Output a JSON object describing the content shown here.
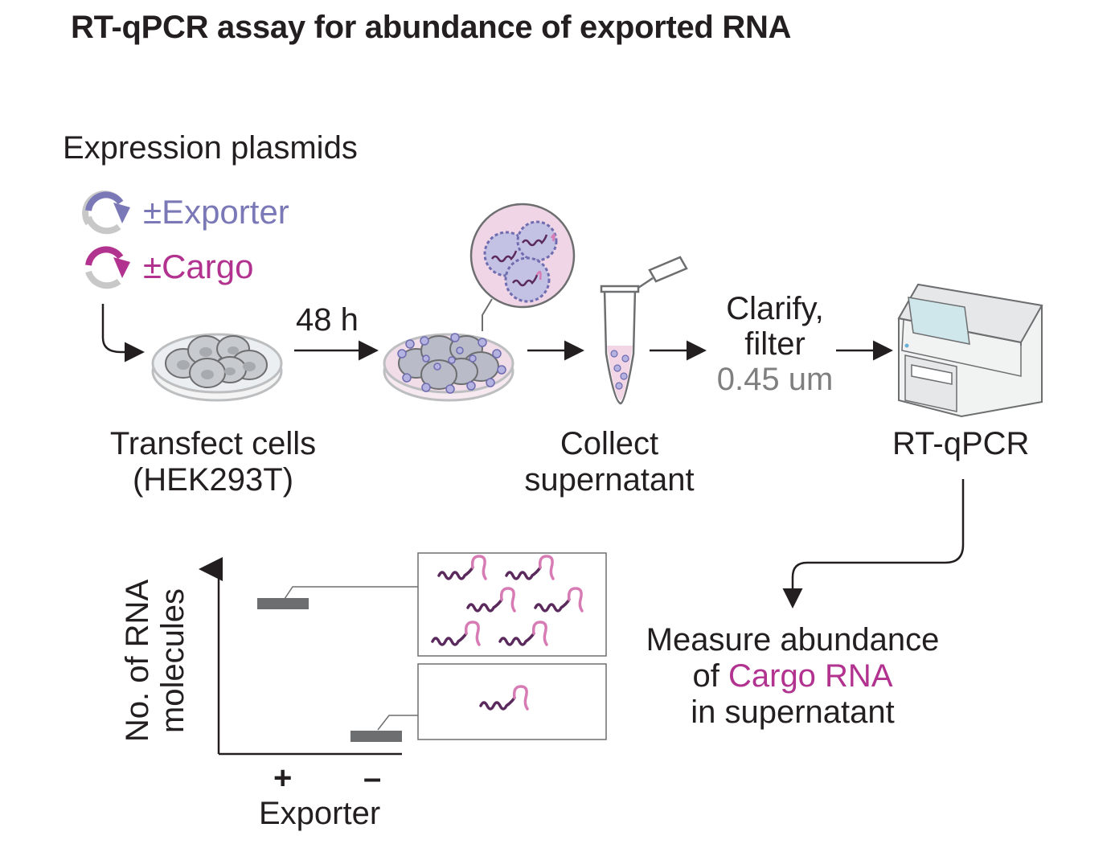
{
  "title": "RT-qPCR assay for abundance of exported RNA",
  "plasmids": {
    "heading": "Expression plasmids",
    "exporter_sign": "±",
    "exporter_label": "Exporter",
    "cargo_sign": "±",
    "cargo_label": "Cargo"
  },
  "steps": {
    "transfect_line1": "Transfect cells",
    "transfect_line2": "(HEK293T)",
    "incubation": "48 h",
    "collect_line1": "Collect",
    "collect_line2": "supernatant",
    "clarify_line1": "Clarify,",
    "clarify_line2": "filter",
    "clarify_line3": "0.45 um",
    "rtqpcr": "RT-qPCR"
  },
  "measure": {
    "line1": "Measure abundance",
    "line2_prefix": "of ",
    "line2_highlight": "Cargo RNA",
    "line3": "in supernatant"
  },
  "plot": {
    "ylabel_line1": "No. of RNA",
    "ylabel_line2": "molecules",
    "x_tick_plus": "+",
    "x_tick_minus": "–",
    "xlabel": "Exporter"
  },
  "chart_data": {
    "type": "bar",
    "categories": [
      "+",
      "–"
    ],
    "values": [
      0.85,
      0.1
    ],
    "xlabel": "Exporter",
    "ylabel": "No. of RNA molecules",
    "note": "schematic, unitless"
  },
  "colors": {
    "exporter": "#7b78b8",
    "cargo": "#b2328f",
    "gray_text": "#7f7f7f",
    "bar": "#6d6e70",
    "rna_dark": "#5a2a5c",
    "rna_pink": "#d77bb4"
  }
}
